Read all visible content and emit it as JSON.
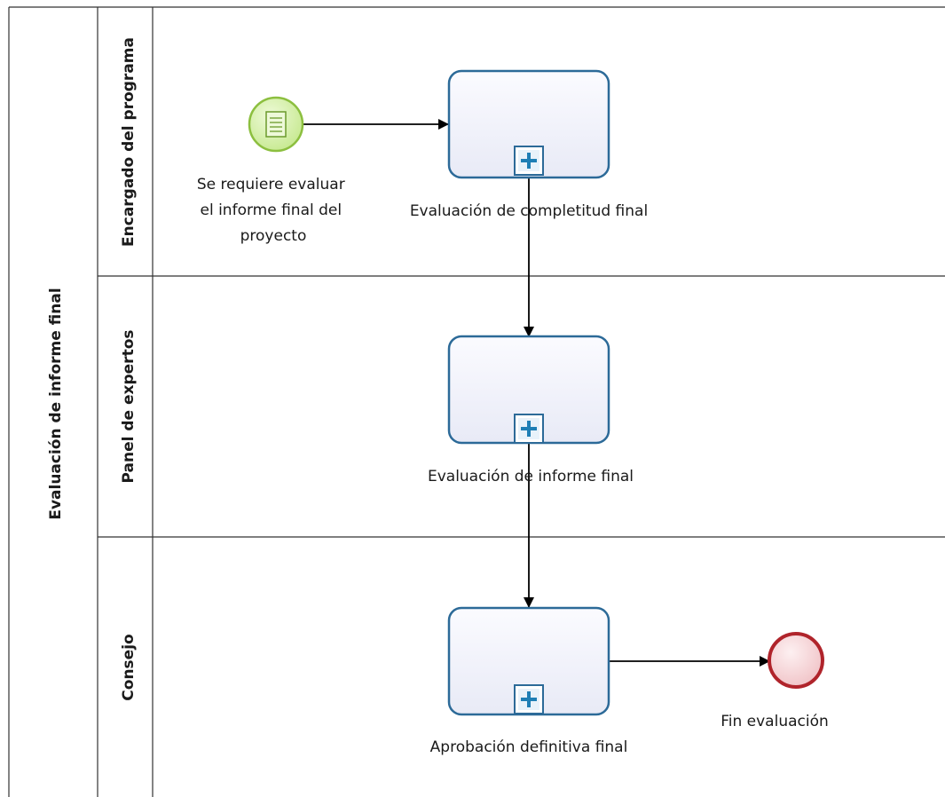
{
  "pool": {
    "label": "Evaluación de informe final"
  },
  "lanes": [
    {
      "label": "Encargado del programa"
    },
    {
      "label": "Panel de expertos"
    },
    {
      "label": "Consejo"
    }
  ],
  "start_event": {
    "icon": "message-start-icon",
    "label_lines": [
      "Se requiere evaluar",
      "el informe final del",
      "proyecto"
    ]
  },
  "tasks": [
    {
      "label": "Evaluación de completitud final",
      "marker": "subprocess-plus-icon"
    },
    {
      "label": "Evaluación de informe final",
      "marker": "subprocess-plus-icon"
    },
    {
      "label": "Aprobación definitiva final",
      "marker": "subprocess-plus-icon"
    }
  ],
  "end_event": {
    "label": "Fin evaluación"
  },
  "colors": {
    "task_stroke": "#2c6a98",
    "task_fill": "#f1f2fb",
    "start_fill": "#d3f0a6",
    "start_stroke": "#8cbf3f",
    "end_fill": "#f7d3d6",
    "end_stroke": "#b0242b",
    "marker": "#1e7fb5"
  }
}
